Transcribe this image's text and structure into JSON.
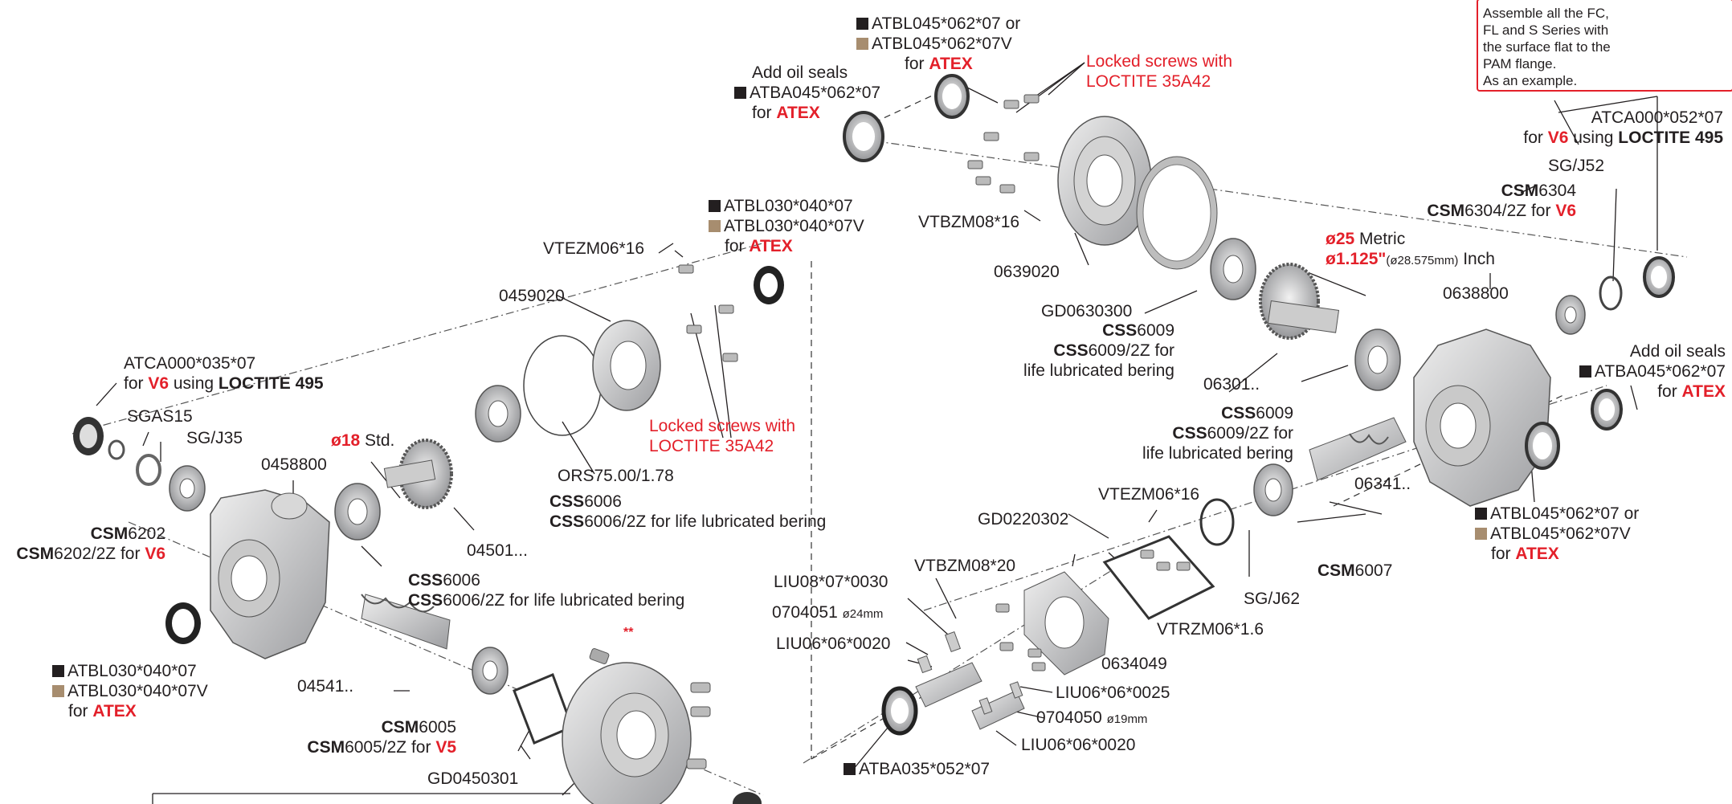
{
  "colors": {
    "accent_red": "#e3202a",
    "atex_square": "#a78d6f",
    "std_square": "#231f20",
    "part_gray": "#c8c9cb"
  },
  "note": {
    "lines": [
      "Assemble all the FC,",
      "FL and S Series with",
      "the surface flat to the",
      "PAM flange.",
      "As an example."
    ]
  },
  "labels": {
    "atbl045_top": {
      "code": "ATBL045*062*07 or",
      "atex_code": "ATBL045*062*07V",
      "for": "for ",
      "atex": "ATEX"
    },
    "oil_seal_left": {
      "title": "Add oil seals",
      "code": "ATBA045*062*07",
      "for": "for ",
      "atex": "ATEX"
    },
    "locked_top": {
      "line1": "Locked screws with",
      "line2": "LOCTITE 35A42"
    },
    "atbl030_top": {
      "code": "ATBL030*040*07",
      "atex_code": "ATBL030*040*07V",
      "for": "for ",
      "atex": "ATEX"
    },
    "vtezm06_left": "VTEZM06*16",
    "p0459020": "0459020",
    "atca035": {
      "code": "ATCA000*035*07",
      "for": "for ",
      "v6": "V6",
      "using": " using ",
      "loctite": "LOCTITE 495"
    },
    "sgas15": "SGAS15",
    "sgj35": "SG/J35",
    "p0458800": "0458800",
    "d18": {
      "dia": "ø18",
      "std": " Std."
    },
    "csm6202": {
      "b1": "CSM",
      "n1": "6202",
      "b2": "CSM",
      "n2": "6202/2Z for ",
      "v6": "V6"
    },
    "locked_mid": {
      "line1": "Locked screws with",
      "line2": "LOCTITE 35A42"
    },
    "ors": "ORS75.00/1.78",
    "css6006_a": {
      "b1": "CSS",
      "n1": "6006",
      "b2": "CSS",
      "n2": "6006/2Z for life lubricated bering"
    },
    "p04501": "04501...",
    "css6006_b": {
      "b1": "CSS",
      "n1": "6006",
      "b2": "CSS",
      "n2": "6006/2Z for life lubricated bering"
    },
    "atbl030_bot": {
      "code": "ATBL030*040*07",
      "atex_code": "ATBL030*040*07V",
      "for": "for ",
      "atex": "ATEX"
    },
    "p04541": "04541..",
    "csm6005": {
      "b1": "CSM",
      "n1": "6005",
      "b2": "CSM",
      "n2": "6005/2Z for ",
      "v5": "V5"
    },
    "gd0450301": "GD0450301",
    "stars": "**",
    "vtbzm08_16": "VTBZM08*16",
    "p0639020": "0639020",
    "gd0630300": "GD0630300",
    "css6009_a": {
      "b1": "CSS",
      "n1": "6009",
      "b2": "CSS",
      "n2": "6009/2Z for",
      "line3": "life lubricated bering"
    },
    "dia25": {
      "dia": "ø25",
      "metric": " Metric",
      "dia2": "ø1.125\"",
      "mm": "(ø28.575mm)",
      "inch": " Inch"
    },
    "p06301": "06301..",
    "css6009_b": {
      "b1": "CSS",
      "n1": "6009",
      "b2": "CSS",
      "n2": "6009/2Z for",
      "line3": "life lubricated bering"
    },
    "atca052": {
      "code": "ATCA000*052*07",
      "for": "for ",
      "v6": "V6",
      "using": " using ",
      "loctite": "LOCTITE 495"
    },
    "sgj52": "SG/J52",
    "csm6304": {
      "b1": "CSM",
      "n1": "6304",
      "b2": "CSM",
      "n2": "6304/2Z for ",
      "v6": "V6"
    },
    "p0638800": "0638800",
    "oil_seal_right": {
      "title": "Add oil seals",
      "code": "ATBA045*062*07",
      "for": "for ",
      "atex": "ATEX"
    },
    "p06341": "06341..",
    "atbl045_bot": {
      "code": "ATBL045*062*07 or",
      "atex_code": "ATBL045*062*07V",
      "for": "for ",
      "atex": "ATEX"
    },
    "vtezm06_right": "VTEZM06*16",
    "gd0220302": "GD0220302",
    "csm6007": {
      "b1": "CSM",
      "n1": "6007"
    },
    "sgj62": "SG/J62",
    "vtbzm08_20": "VTBZM08*20",
    "liu08": "LIU08*07*0030",
    "p0704051": {
      "code": "0704051 ",
      "dia": "ø24mm"
    },
    "liu06_a": "LIU06*06*0020",
    "vtrzm": "VTRZM06*1.6",
    "p0634049": "0634049",
    "liu06_b": "LIU06*06*0025",
    "p0704050": {
      "code": "0704050 ",
      "dia": "ø19mm"
    },
    "liu06_c": "LIU06*06*0020",
    "atba035": {
      "code": "ATBA035*052*07"
    }
  }
}
